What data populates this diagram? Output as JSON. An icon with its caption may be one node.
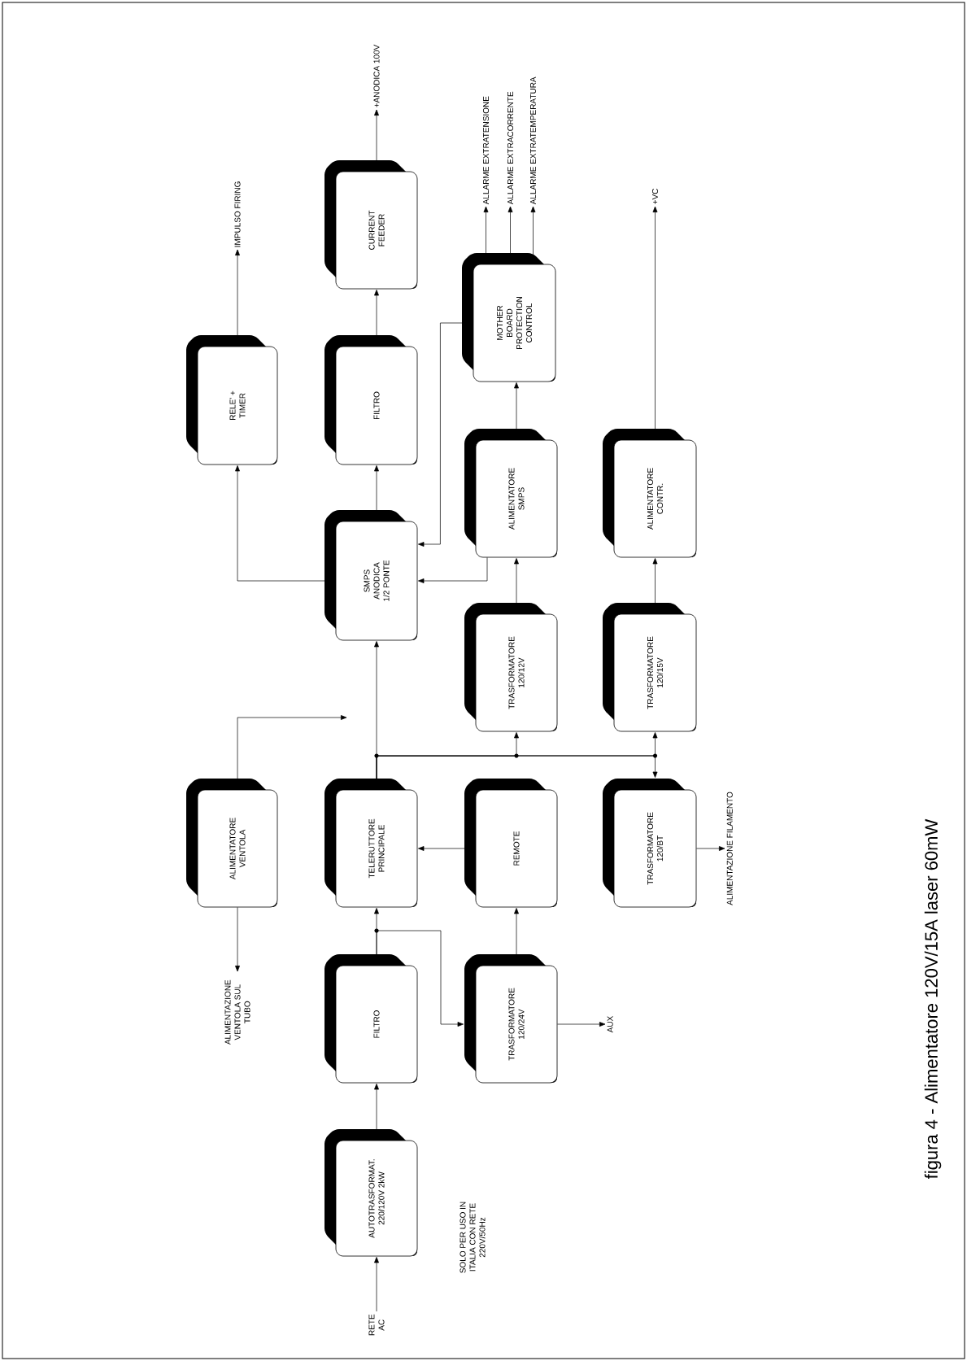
{
  "diagram": {
    "caption": "figura 4 - Alimentatore 120V/15A laser 60mW",
    "nodes": [
      {
        "text": [
          "AUTOTRASFORMAT. 220/120V 2kW"
        ]
      },
      {
        "text": [
          "FILTRO"
        ]
      },
      {
        "text": [
          "TELERUTTORE PRINCIPALE"
        ]
      },
      {
        "text": [
          "SMPS ANODICA 1/2 PONTE"
        ]
      },
      {
        "text": [
          "FILTRO"
        ]
      },
      {
        "text": [
          "CURRENT FEEDER"
        ]
      },
      {
        "text": [
          "ALIMENTATORE VENTOLA"
        ]
      },
      {
        "text": [
          "RELE' + TIMER"
        ]
      },
      {
        "text": [
          "TRASFORMATORE 120/24V"
        ]
      },
      {
        "text": [
          "REMOTE"
        ]
      },
      {
        "text": [
          "TRASFORMATORE 120/12V"
        ]
      },
      {
        "text": [
          "ALIMENTATORE SMPS"
        ]
      },
      {
        "text": [
          "MOTHER BOARD PROTECTION CONTROL"
        ]
      },
      {
        "text": [
          "TRASFORMATORE 120/BT"
        ]
      },
      {
        "text": [
          "TRASFORMATORE 120/15V"
        ]
      },
      {
        "text": [
          "ALIMENTATORE CONTR."
        ]
      },
      {
        "text": [
          "RETE AC"
        ]
      },
      {
        "text": [
          "ALIMENTAZIONE VENTOLA SUL TUBO"
        ]
      },
      {
        "text": [
          "AUX"
        ]
      },
      {
        "text": [
          "IMPULSO FIRING"
        ]
      },
      {
        "text": [
          "+ANODICA 100V"
        ]
      },
      {
        "text": [
          "ALLARME EXTRATENSIONE"
        ]
      },
      {
        "text": [
          "ALLARME EXTRACORRENTE"
        ]
      },
      {
        "text": [
          "ALLARME EXTRATEMPERATURA"
        ]
      },
      {
        "text": [
          "+VC"
        ]
      },
      {
        "text": [
          "ALIMENTAZIONE FILAMENTO"
        ]
      }
    ],
    "edges": [
      {
        "from": 16,
        "to": 0,
        "arrow": "to"
      },
      {
        "from": 0,
        "to": 1,
        "arrow": "to"
      },
      {
        "from": 1,
        "to": 2,
        "arrow": "to"
      },
      {
        "from": 1,
        "to": 8,
        "arrow": "to"
      },
      {
        "from": 8,
        "to": 18,
        "arrow": "to"
      },
      {
        "from": 8,
        "to": 9,
        "arrow": "to"
      },
      {
        "from": 9,
        "to": 2,
        "arrow": "to"
      },
      {
        "from": 2,
        "to": 3,
        "arrow": "to"
      },
      {
        "from": 2,
        "to": 10,
        "arrow": "to"
      },
      {
        "from": 2,
        "to": 14,
        "arrow": "to"
      },
      {
        "from": 2,
        "to": 13,
        "arrow": "to"
      },
      {
        "from": 6,
        "to": 17,
        "arrow": "to"
      },
      {
        "from": 6,
        "to": null,
        "arrow": "to"
      },
      {
        "from": 3,
        "to": 7,
        "arrow": "to"
      },
      {
        "from": 3,
        "to": 4,
        "arrow": "to"
      },
      {
        "from": 4,
        "to": 5,
        "arrow": "to"
      },
      {
        "from": 5,
        "to": 20,
        "arrow": "to"
      },
      {
        "from": 7,
        "to": 19,
        "arrow": "to"
      },
      {
        "from": 10,
        "to": 11,
        "arrow": "to"
      },
      {
        "from": 11,
        "to": 3,
        "arrow": "to"
      },
      {
        "from": 11,
        "to": 12,
        "arrow": "to"
      },
      {
        "from": 12,
        "to": 3,
        "arrow": "to"
      },
      {
        "from": 12,
        "to": 21,
        "arrow": "to"
      },
      {
        "from": 12,
        "to": 22,
        "arrow": "to"
      },
      {
        "from": 12,
        "to": 23,
        "arrow": "to"
      },
      {
        "from": 14,
        "to": 15,
        "arrow": "to"
      },
      {
        "from": 15,
        "to": 24,
        "arrow": "to"
      },
      {
        "from": 13,
        "to": 25,
        "arrow": "to"
      }
    ],
    "labels": [
      "SOLO PER USO IN ITALIA CON RETE 220V/50Hz"
    ]
  }
}
